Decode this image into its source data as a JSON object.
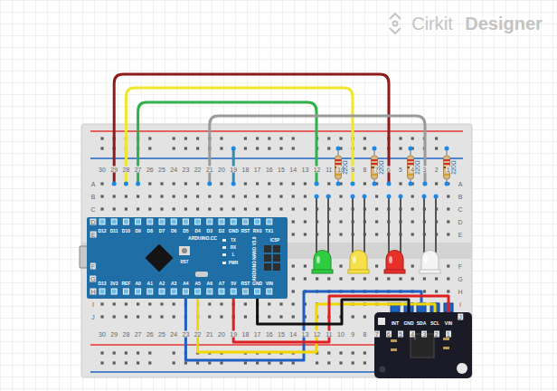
{
  "diagram": {
    "nodes": [
      {
        "text": [
          "ARDUINO.CC",
          "ARDUINO NANO V3.0"
        ]
      },
      {
        "text": [
          "INT",
          "GND",
          "SDA",
          "SCL",
          "VIN"
        ]
      }
    ],
    "edges": [
      {
        "from": 0,
        "to": 1,
        "arrow": "none"
      },
      {
        "from": 0,
        "to": 1,
        "arrow": "none"
      },
      {
        "from": 0,
        "to": 1,
        "arrow": "none"
      },
      {
        "from": 0,
        "to": 1,
        "arrow": "none"
      }
    ],
    "labels": [
      "Cirkit",
      "Designer",
      "30",
      "29",
      "28",
      "27",
      "26",
      "25",
      "24",
      "23",
      "22",
      "21",
      "20",
      "19",
      "18",
      "17",
      "16",
      "15",
      "14",
      "13",
      "12",
      "11",
      "10",
      "9",
      "8",
      "7",
      "6",
      "5",
      "4",
      "3",
      "2",
      "1",
      "A",
      "B",
      "C",
      "D",
      "E",
      "F",
      "G",
      "H",
      "I",
      "J",
      "A",
      "B",
      "C",
      "D",
      "E",
      "F",
      "G",
      "H",
      "I",
      "J",
      "30",
      "29",
      "28",
      "27",
      "26",
      "25",
      "24",
      "23",
      "22",
      "21",
      "20",
      "19",
      "18",
      "17",
      "16",
      "15",
      "14",
      "13",
      "12",
      "11",
      "10",
      "9",
      "8",
      "7",
      "6",
      "5",
      "4",
      "3",
      "2",
      "1",
      "D12",
      "D11",
      "D10",
      "D9",
      "D8",
      "D7",
      "D6",
      "D5",
      "D4",
      "D3",
      "D2",
      "GND",
      "RST",
      "RX0",
      "TX1",
      "D13",
      "3V3",
      "REF",
      "A0",
      "A1",
      "A2",
      "A3",
      "A4",
      "A5",
      "A6",
      "A7",
      "5V",
      "RST",
      "GND",
      "VIN",
      "TX",
      "RX",
      "L",
      "PWR",
      "RST",
      "ICSP",
      "220Ω",
      "220Ω",
      "220Ω",
      "220Ω"
    ]
  }
}
